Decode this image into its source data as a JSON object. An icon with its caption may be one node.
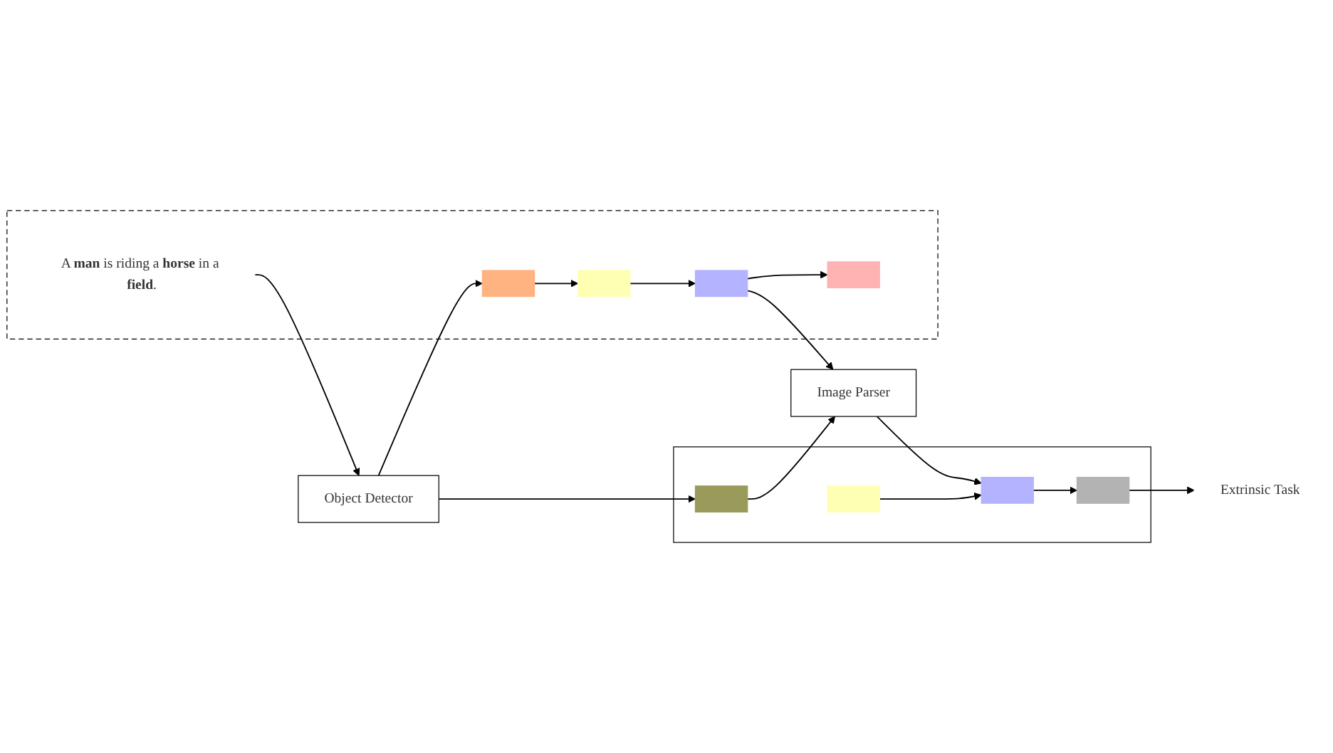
{
  "diagram": {
    "nodes": [
      {
        "text": [],
        "shape": "box"
      },
      {
        "text": [],
        "shape": "box",
        "in": 0
      },
      {
        "text": [],
        "shape": "box",
        "in": 0
      },
      {
        "text": [],
        "shape": "box",
        "in": 0
      },
      {
        "text": [],
        "shape": "box",
        "in": 0
      },
      {
        "text": [],
        "shape": "box"
      },
      {
        "text": [
          "A **man** is riding a **horse** in a **field**."
        ],
        "in": 5
      },
      {
        "text": [
          "Object Detector"
        ]
      },
      {
        "text": [
          "Image Parser"
        ]
      },
      {
        "text": [
          "Extrinsic Task"
        ]
      },
      {
        "text": [],
        "shape": "box",
        "in": 5
      },
      {
        "text": [],
        "shape": "box",
        "in": 5
      },
      {
        "text": [],
        "shape": "box",
        "in": 5
      },
      {
        "text": [],
        "shape": "box",
        "in": 5
      }
    ],
    "edges": [
      {
        "from": 6,
        "to": 7,
        "arrow": "to"
      },
      {
        "from": 7,
        "to": 1,
        "arrow": "to"
      },
      {
        "from": 1,
        "to": 8,
        "arrow": "to"
      },
      {
        "from": 8,
        "to": 3,
        "arrow": "to"
      },
      {
        "from": 2,
        "to": 3,
        "arrow": "to"
      },
      {
        "from": 3,
        "to": 4,
        "arrow": "to"
      },
      {
        "from": 4,
        "to": 9,
        "arrow": "to"
      },
      {
        "from": 7,
        "to": 10,
        "arrow": "to"
      },
      {
        "from": 10,
        "to": 11,
        "arrow": "to"
      },
      {
        "from": 12,
        "to": 8,
        "arrow": "to"
      },
      {
        "from": 11,
        "to": 12,
        "arrow": "to"
      },
      {
        "from": 12,
        "to": 13,
        "arrow": "to"
      }
    ]
  }
}
